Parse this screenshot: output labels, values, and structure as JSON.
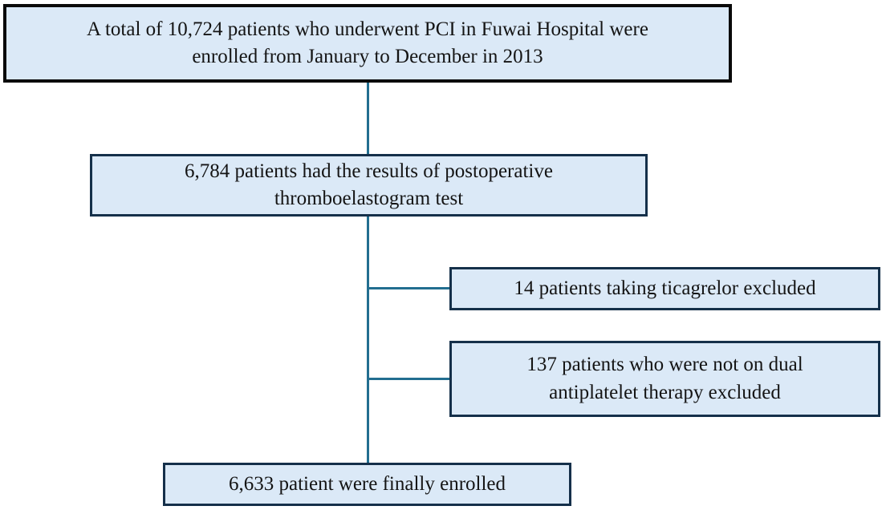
{
  "colors": {
    "box_fill": "#dbe9f7",
    "top_box_border": "#0a0a0a",
    "box_border": "#15304a",
    "connector": "#226e90",
    "text": "#141414"
  },
  "flowchart": {
    "top_box": {
      "line1": "A total of 10,724 patients who underwent PCI in Fuwai Hospital were",
      "line2": "enrolled from January to December in 2013"
    },
    "teg_box": {
      "line1": "6,784 patients had the results of  postoperative",
      "line2": "thromboelastogram test"
    },
    "exclusion_box_1": {
      "line1": "14 patients taking ticagrelor excluded"
    },
    "exclusion_box_2": {
      "line1": "137 patients who were not on dual",
      "line2": "antiplatelet therapy excluded"
    },
    "final_box": {
      "line1": "6,633 patient were finally enrolled"
    }
  }
}
